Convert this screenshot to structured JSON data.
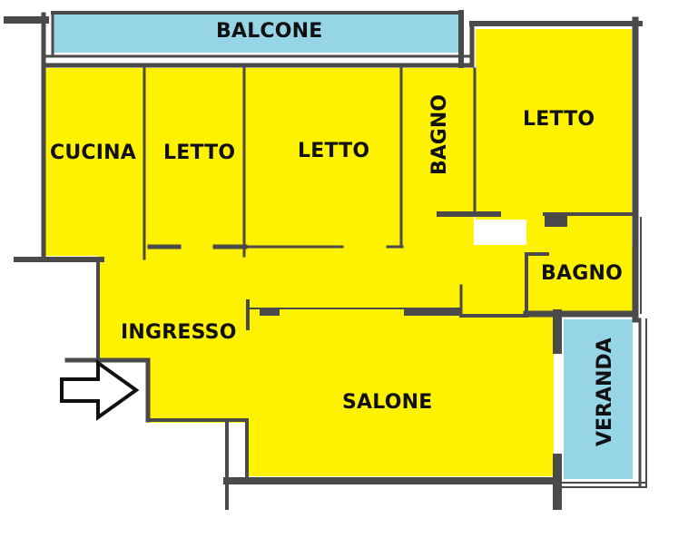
{
  "floorplan": {
    "colors": {
      "room_fill": "#FFF200",
      "outdoor_fill": "#96D5E6",
      "wall": "#4a4a4a",
      "background": "#FFFFFF",
      "text": "#111111"
    },
    "rooms": [
      {
        "id": "balcone",
        "label": "BALCONE",
        "type": "outdoor"
      },
      {
        "id": "cucina",
        "label": "CUCINA",
        "type": "room"
      },
      {
        "id": "letto1",
        "label": "LETTO",
        "type": "room"
      },
      {
        "id": "letto2",
        "label": "LETTO",
        "type": "room"
      },
      {
        "id": "bagno1",
        "label": "BAGNO",
        "type": "room",
        "rotated": true
      },
      {
        "id": "letto3",
        "label": "LETTO",
        "type": "room"
      },
      {
        "id": "bagno2",
        "label": "BAGNO",
        "type": "room"
      },
      {
        "id": "ingresso",
        "label": "INGRESSO",
        "type": "room"
      },
      {
        "id": "salone",
        "label": "SALONE",
        "type": "room"
      },
      {
        "id": "veranda",
        "label": "VERANDA",
        "type": "outdoor",
        "rotated": true
      }
    ],
    "entrance_arrow": {
      "icon": "arrow-right-icon",
      "direction": "right"
    }
  }
}
